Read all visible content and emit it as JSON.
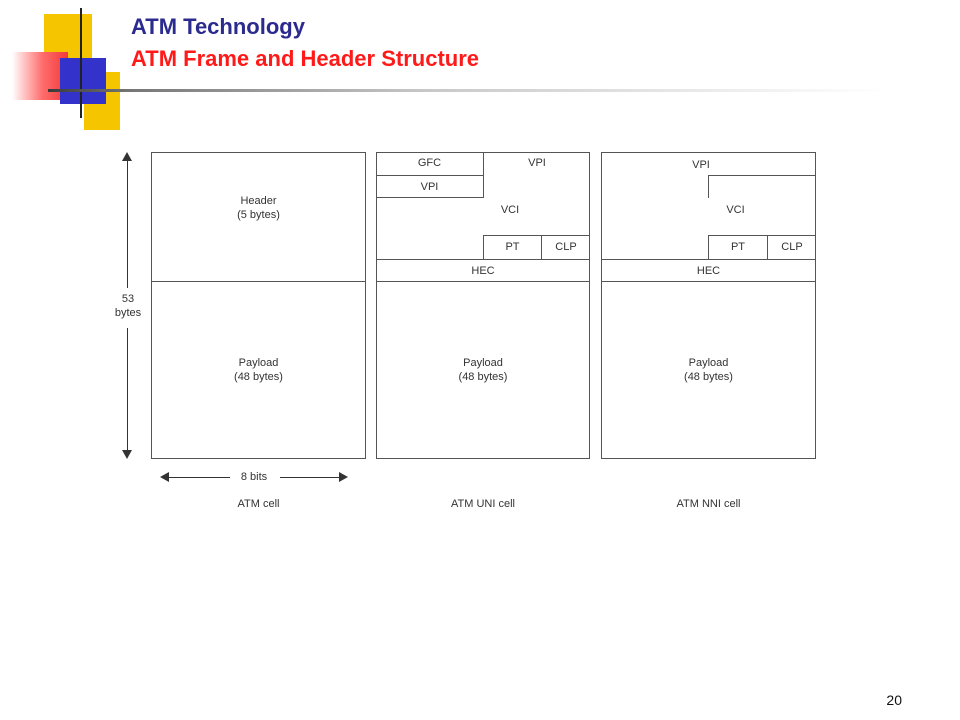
{
  "slide": {
    "title": "ATM Technology",
    "subtitle": "ATM Frame and Header Structure",
    "page_number": "20"
  },
  "diagram": {
    "size_label_top": "53",
    "size_label_bottom": "bytes",
    "width_label": "8 bits",
    "atm_cell": {
      "caption": "ATM cell",
      "header": [
        "Header",
        "(5 bytes)"
      ],
      "payload": [
        "Payload",
        "(48 bytes)"
      ]
    },
    "uni_cell": {
      "caption": "ATM UNI cell",
      "fields": {
        "gfc": "GFC",
        "vpi_top": "VPI",
        "vpi_left": "VPI",
        "vci": "VCI",
        "pt": "PT",
        "clp": "CLP",
        "hec": "HEC"
      },
      "payload": [
        "Payload",
        "(48 bytes)"
      ]
    },
    "nni_cell": {
      "caption": "ATM NNI cell",
      "fields": {
        "vpi": "VPI",
        "vci": "VCI",
        "pt": "PT",
        "clp": "CLP",
        "hec": "HEC"
      },
      "payload": [
        "Payload",
        "(48 bytes)"
      ]
    }
  }
}
